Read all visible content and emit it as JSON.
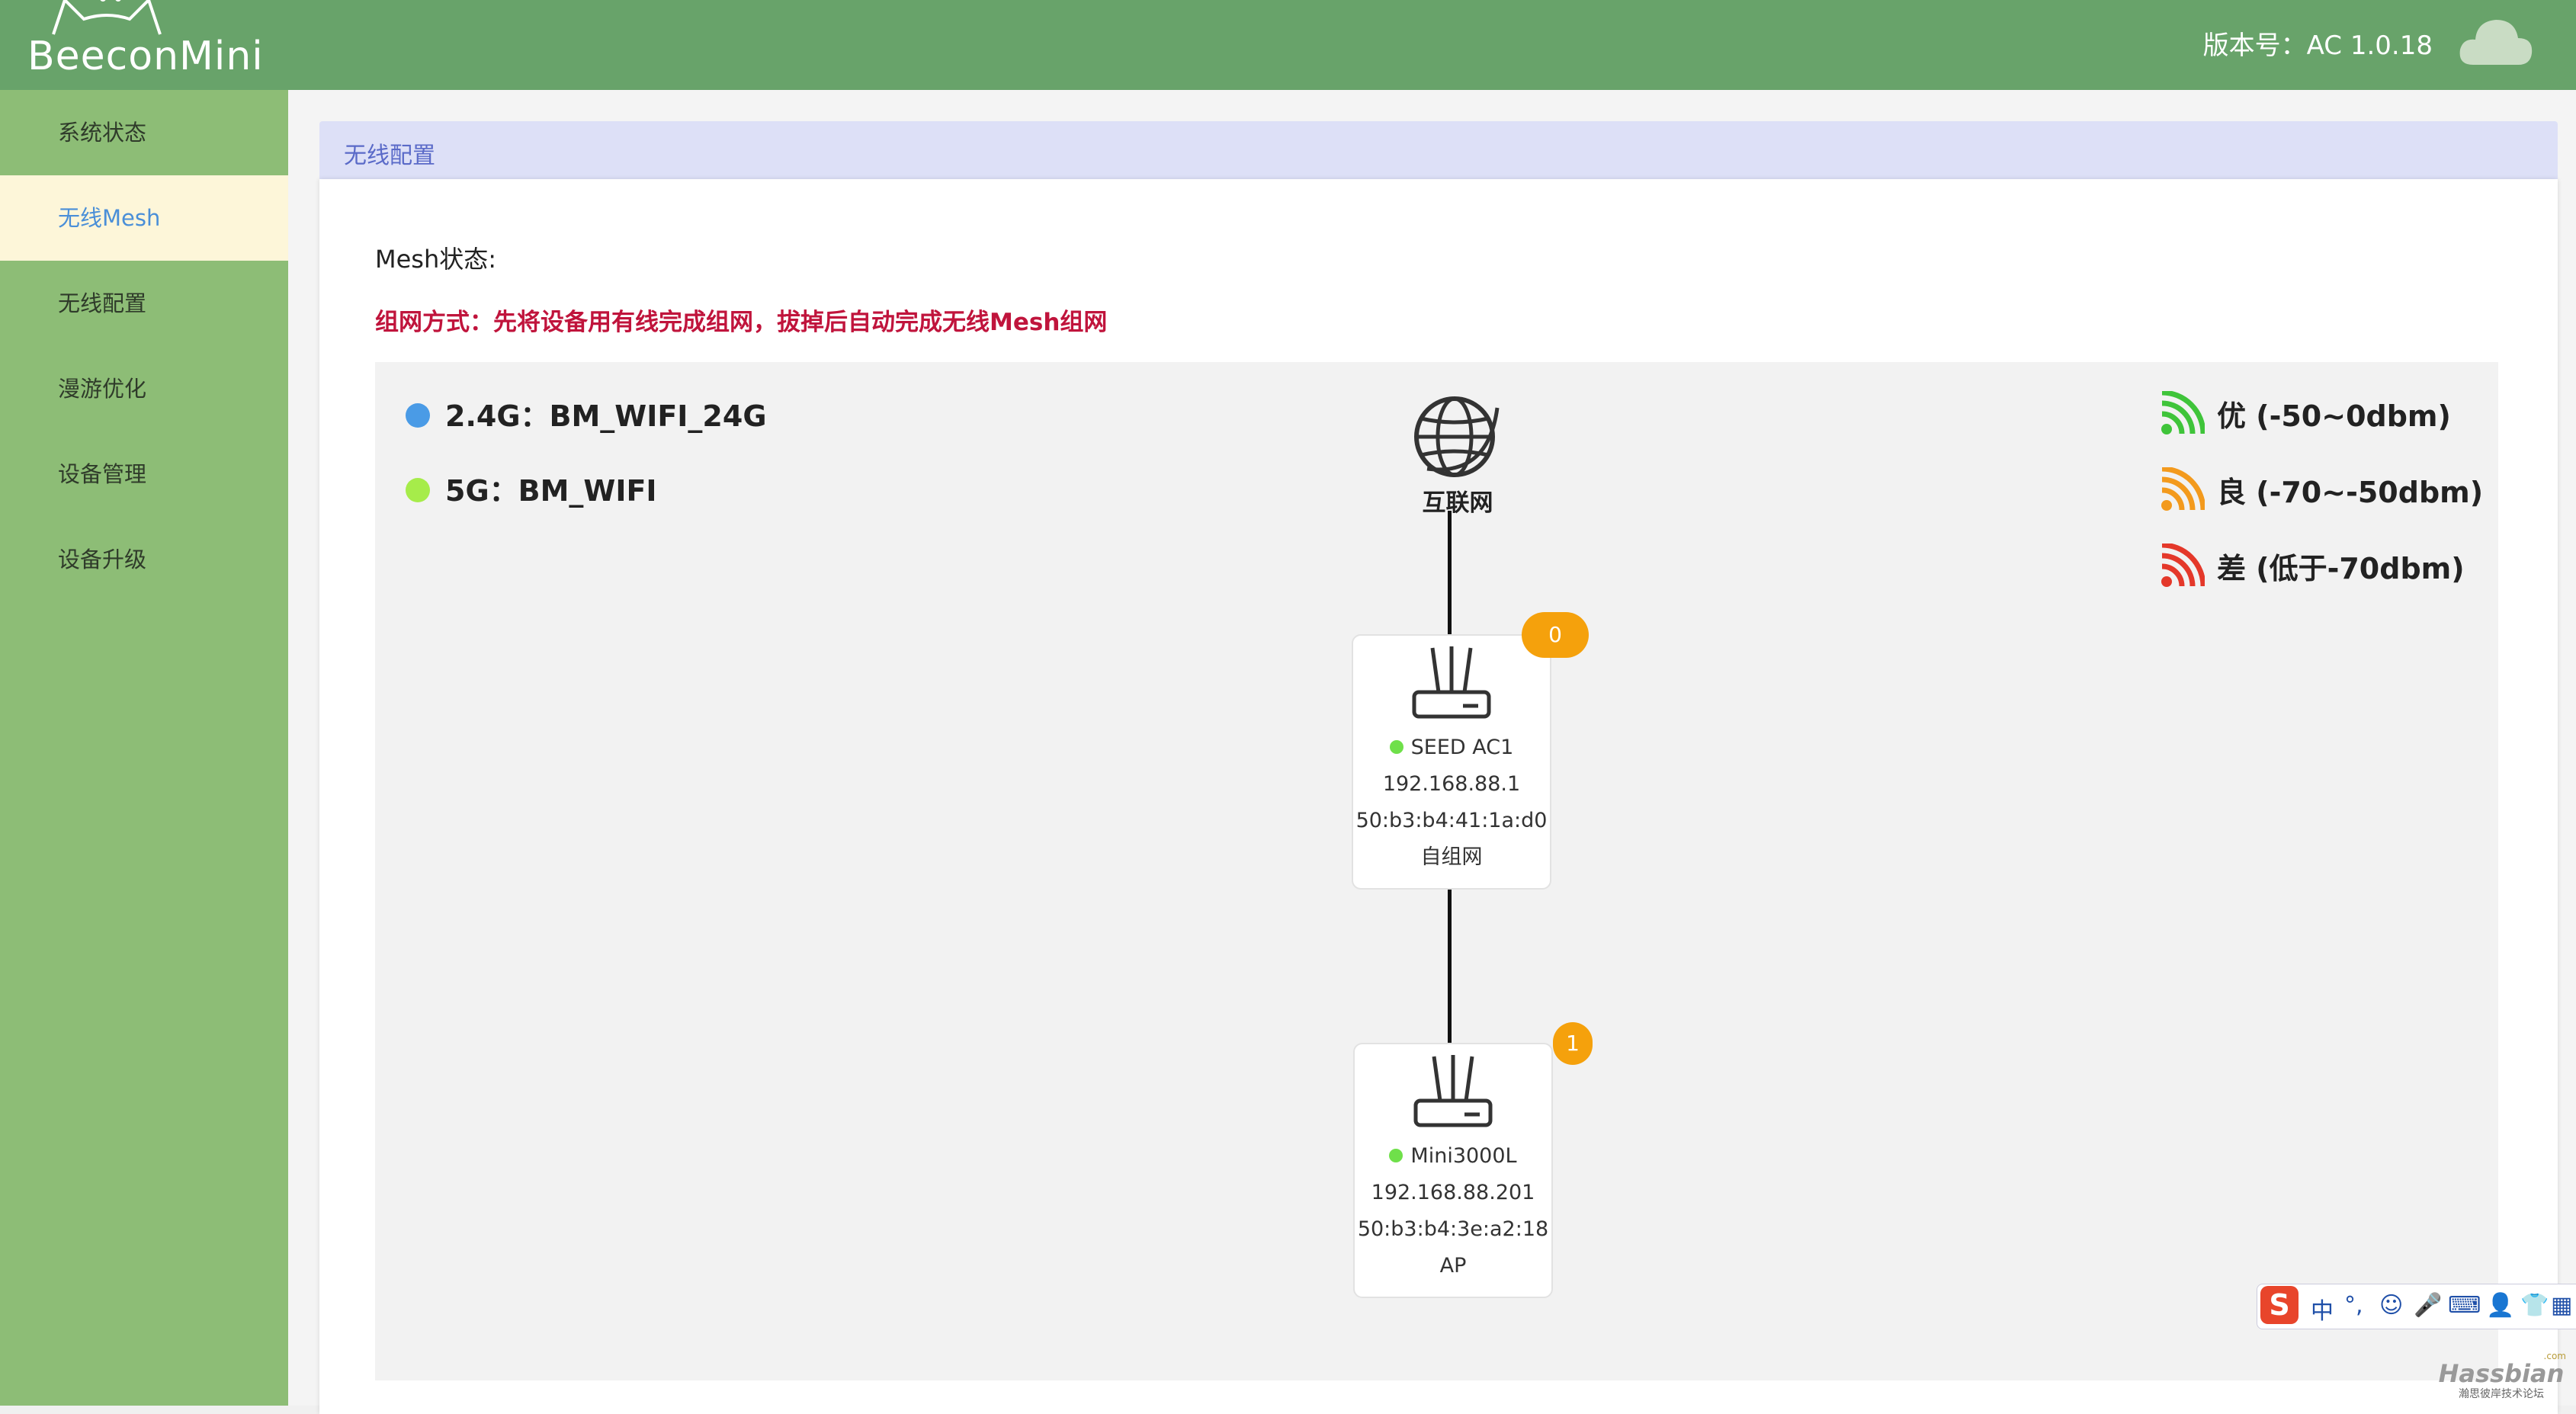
{
  "app": {
    "logo": "BeeconMini",
    "version": "版本号：AC 1.0.18"
  },
  "sidebar": {
    "items": [
      {
        "label": "系统状态",
        "active": false
      },
      {
        "label": "无线Mesh",
        "active": true
      },
      {
        "label": "无线配置",
        "active": false
      },
      {
        "label": "漫游优化",
        "active": false
      },
      {
        "label": "设备管理",
        "active": false
      },
      {
        "label": "设备升级",
        "active": false
      }
    ]
  },
  "panel": {
    "title": "无线配置",
    "mesh_status_label": "Mesh状态:",
    "note": "组网方式：先将设备用有线完成组网，拔掉后自动完成无线Mesh组网"
  },
  "legend": {
    "band_24": {
      "label": "2.4G：BM_WIFI_24G",
      "color": "#4a9be6"
    },
    "band_5": {
      "label": "5G：BM_WIFI",
      "color": "#a6ec4a"
    }
  },
  "signal_legend": [
    {
      "label": "优 (-50~0dbm)",
      "color": "#3fc43a"
    },
    {
      "label": "良 (-70~-50dbm)",
      "color": "#f39a1d"
    },
    {
      "label": "差 (低于-70dbm)",
      "color": "#e4382a"
    }
  ],
  "topology": {
    "internet_label": "互联网",
    "nodes": [
      {
        "badge": "0",
        "name": "SEED AC1",
        "ip": "192.168.88.1",
        "mac": "50:b3:b4:41:1a:d0",
        "mode": "自组网"
      },
      {
        "badge": "1",
        "name": "Mini3000L",
        "ip": "192.168.88.201",
        "mac": "50:b3:b4:3e:a2:18",
        "mode": "AP"
      }
    ]
  },
  "ime_toolbar": {
    "chinese_char": "中",
    "punct": "°,"
  },
  "watermark": {
    "text": "Hassbian",
    "sub": "瀚思彼岸技术论坛",
    "tld": ".com"
  }
}
